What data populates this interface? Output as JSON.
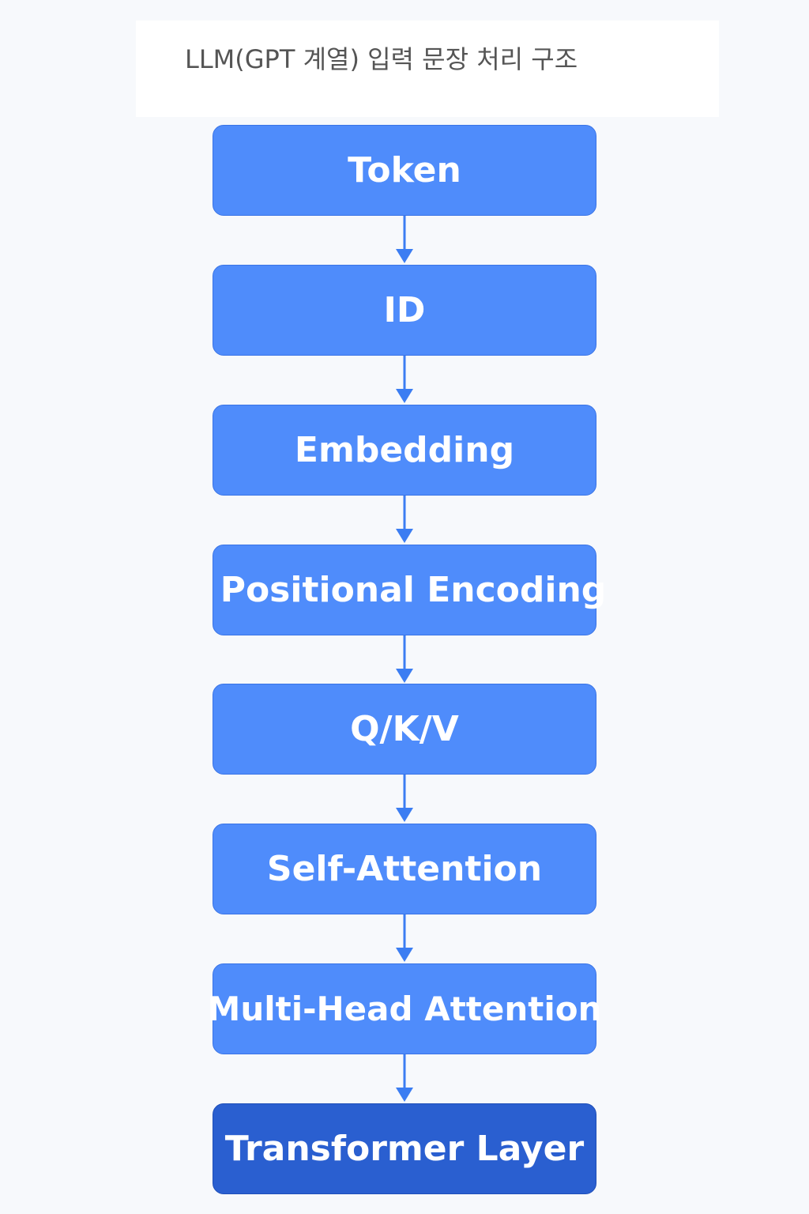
{
  "title": "LLM(GPT 계열) 입력 문장 처리 구조",
  "colors": {
    "node": "#4f8cfb",
    "node_border": "#3a74e6",
    "node_final": "#2a5fd0",
    "arrow": "#3b7df2",
    "background": "#f7f9fc",
    "title_text": "#555555"
  },
  "nodes": [
    {
      "label": "Token"
    },
    {
      "label": "ID"
    },
    {
      "label": "Embedding"
    },
    {
      "label": "Positional Encoding"
    },
    {
      "label": "Q/K/V"
    },
    {
      "label": "Self-Attention"
    },
    {
      "label": "Multi-Head Attention"
    },
    {
      "label": "Transformer Layer"
    }
  ]
}
